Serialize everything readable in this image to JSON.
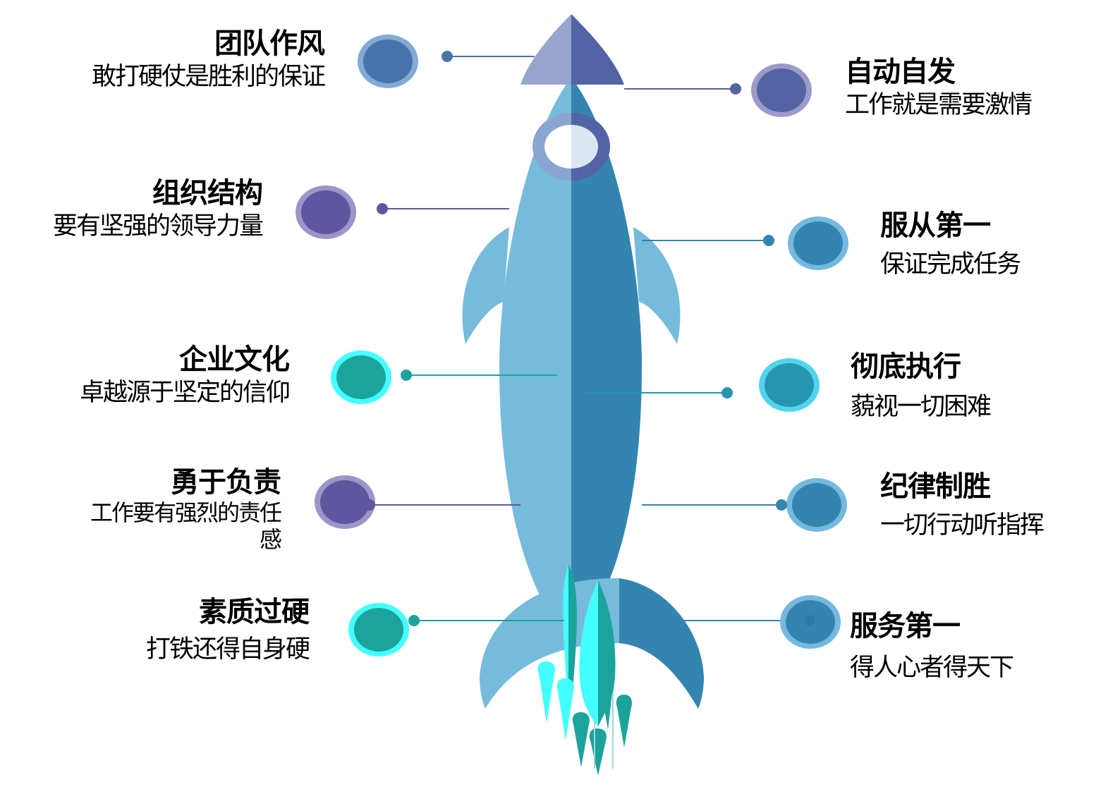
{
  "colors": {
    "body_light": "#77bbdc",
    "body_dark": "#3385b0",
    "nose_light": "#97a5cf",
    "nose_dark": "#5264a3",
    "flame_cyan": "#44ffff",
    "flame_teal": "#1ba39c"
  },
  "items": [
    {
      "title": "团队作风",
      "subtitle": "敢打硬仗是胜利的保证",
      "side": "left"
    },
    {
      "title": "自动自发",
      "subtitle": "工作就是需要激情",
      "side": "right"
    },
    {
      "title": "组织结构",
      "subtitle": "要有坚强的领导力量",
      "side": "left"
    },
    {
      "title": "服从第一",
      "subtitle": "保证完成任务",
      "side": "right"
    },
    {
      "title": "企业文化",
      "subtitle": "卓越源于坚定的信仰",
      "side": "left"
    },
    {
      "title": "彻底执行",
      "subtitle": "藐视一切困难",
      "side": "right"
    },
    {
      "title": "勇于负责",
      "subtitle": "工作要有强烈的责任",
      "subtitle_wrap": "感",
      "side": "left"
    },
    {
      "title": "纪律制胜",
      "subtitle": "一切行动听指挥",
      "side": "right"
    },
    {
      "title": "素质过硬",
      "subtitle": "打铁还得自身硬",
      "side": "left"
    },
    {
      "title": "服务第一",
      "subtitle": "得人心者得天下",
      "side": "right"
    }
  ]
}
